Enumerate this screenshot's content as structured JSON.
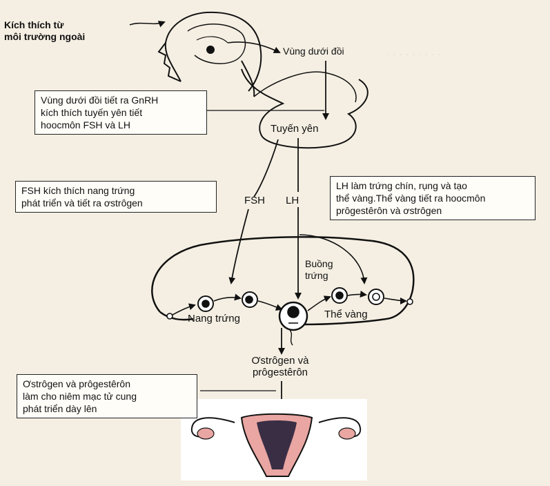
{
  "colors": {
    "background": "#f5efe3",
    "ink": "#111111",
    "uterus_pink": "#e9a6a2",
    "uterus_dark": "#3a2e45"
  },
  "labels": {
    "external_stimulus": [
      "Kích thích từ",
      "môi trường ngoài"
    ],
    "hypothalamus": "Vùng dưới đồi",
    "pituitary": "Tuyến yên",
    "fsh": "FSH",
    "lh": "LH",
    "ovary": [
      "Buồng",
      "trứng"
    ],
    "follicles": "Nang trứng",
    "corpus_luteum": "Thể vàng",
    "hormones": [
      "Ơstrôgen và",
      "prôgestêrôn"
    ]
  },
  "boxes": {
    "gnrh": [
      "Vùng dưới đồi tiết ra GnRH",
      "kích thích tuyến yên tiết",
      "hoocmôn FSH và LH"
    ],
    "fsh_effect": [
      "FSH kích thích nang trứng",
      "phát triển và tiết ra ơstrôgen"
    ],
    "lh_effect": [
      "LH làm trứng chín, rụng và tạo",
      "thể vàng.Thể vàng tiết ra hoocmôn",
      "prôgestêrôn và ơstrôgen"
    ],
    "endometrium": [
      "Ơstrôgen và  prôgestêrôn",
      "làm cho niêm mạc tử cung",
      "phát triển dày lên"
    ]
  }
}
